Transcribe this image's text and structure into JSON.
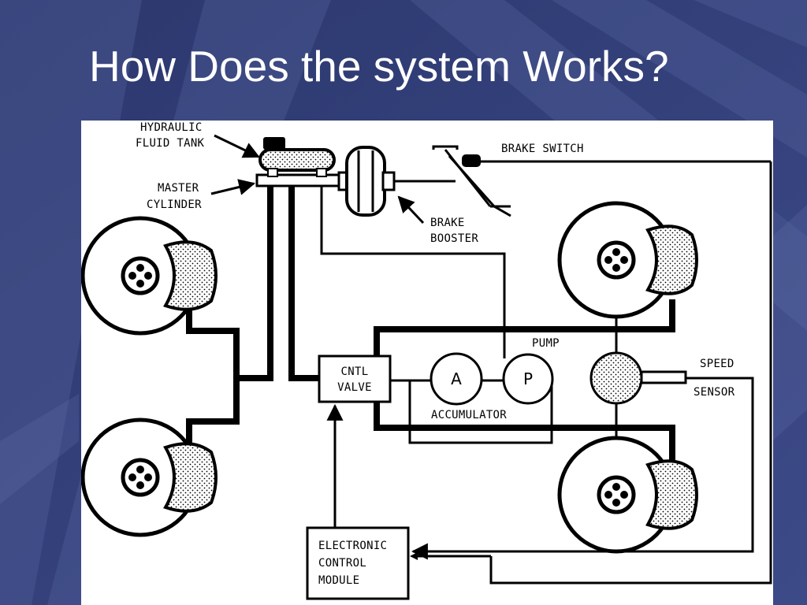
{
  "slide": {
    "title": "How Does the system Works?"
  },
  "diagram": {
    "labels": {
      "hydraulic_fluid_tank": [
        "HYDRAULIC",
        "FLUID TANK"
      ],
      "master_cylinder": [
        "MASTER",
        "CYLINDER"
      ],
      "brake_switch": "BRAKE SWITCH",
      "brake_booster": [
        "BRAKE",
        "BOOSTER"
      ],
      "pump": "PUMP",
      "cntl_valve": [
        "CNTL",
        "VALVE"
      ],
      "accumulator_symbol": "A",
      "pump_symbol": "P",
      "accumulator": "ACCUMULATOR",
      "speed_sensor": [
        "SPEED",
        "SENSOR"
      ],
      "electronic_control_module": [
        "ELECTRONIC",
        "CONTROL",
        "MODULE"
      ]
    }
  },
  "colors": {
    "background": "#34407a",
    "background_streak": "#4a5896",
    "title_text": "#ffffff",
    "diagram_bg": "#ffffff",
    "ink": "#000000"
  }
}
